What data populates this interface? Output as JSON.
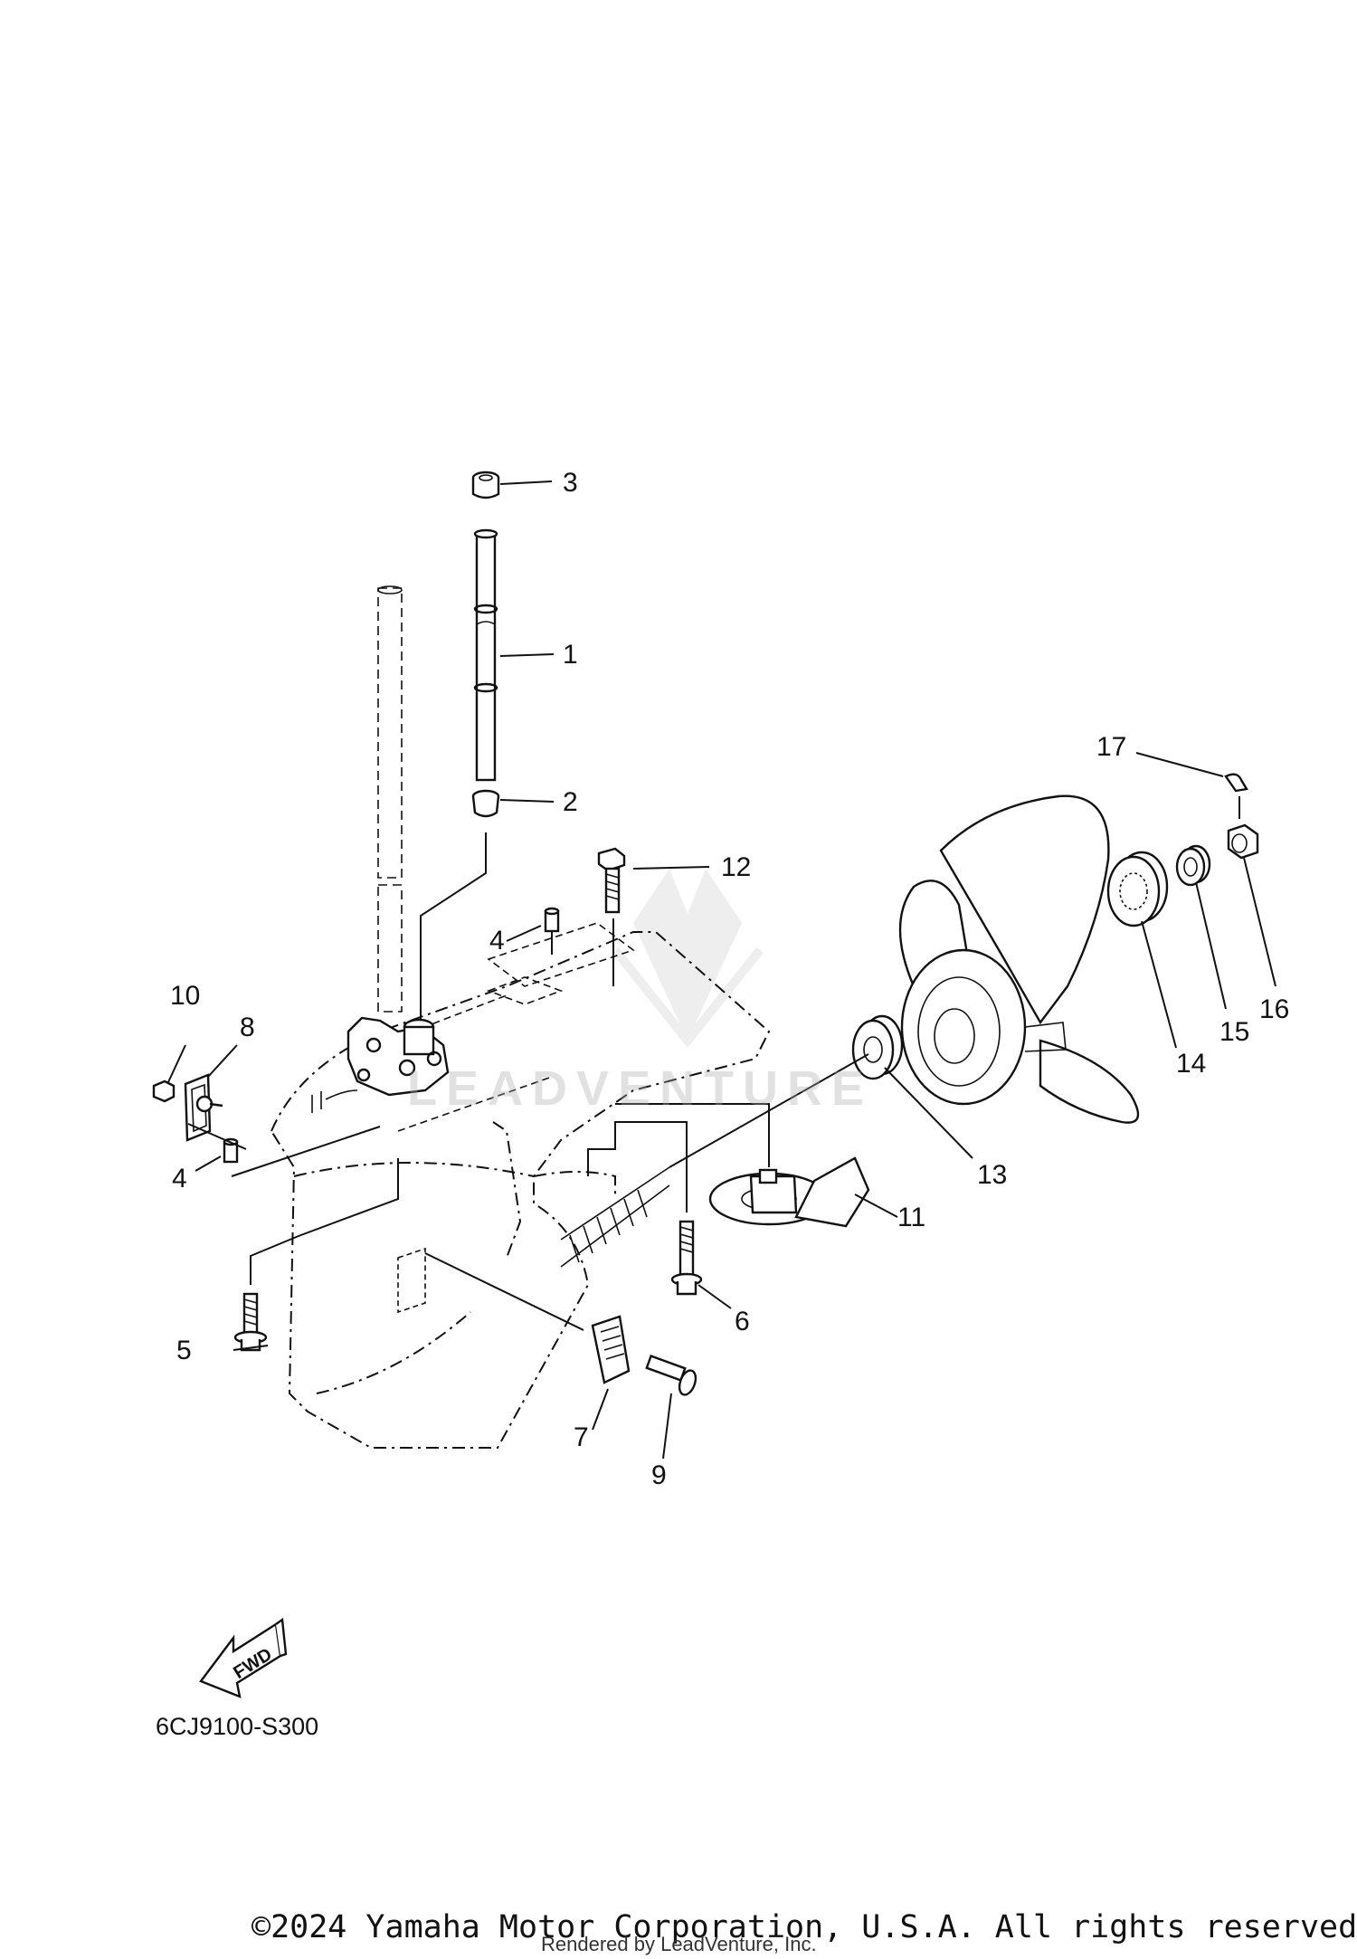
{
  "diagram": {
    "code": "6CJ9100-S300",
    "fwd_label": "FWD",
    "watermark": "LEADVENTURE",
    "callouts": [
      "1",
      "2",
      "3",
      "4",
      "4",
      "5",
      "6",
      "7",
      "8",
      "9",
      "10",
      "11",
      "12",
      "13",
      "14",
      "15",
      "16",
      "17"
    ]
  },
  "footer": {
    "copyright": "©2024 Yamaha Motor Corporation, U.S.A. All rights reserved.",
    "rendered_by": "Rendered by LeadVenture, Inc."
  }
}
